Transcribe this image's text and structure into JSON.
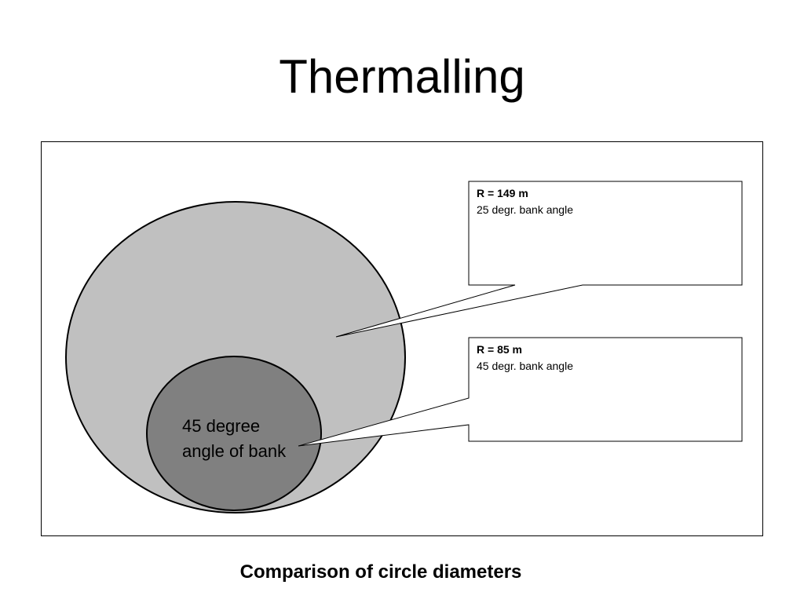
{
  "title": "Thermalling",
  "callouts": [
    {
      "radius_label": "R = 149 m",
      "bank_label": "25 degr. bank angle"
    },
    {
      "radius_label": "R = 85 m",
      "bank_label": "45 degr. bank angle"
    }
  ],
  "inner_circle_label": [
    "45 degree",
    "angle of bank"
  ],
  "caption": "Comparison of circle diameters",
  "colors": {
    "large_circle_fill": "#c0c0c0",
    "small_circle_fill": "#808080",
    "outline": "#000000",
    "background": "#ffffff"
  }
}
